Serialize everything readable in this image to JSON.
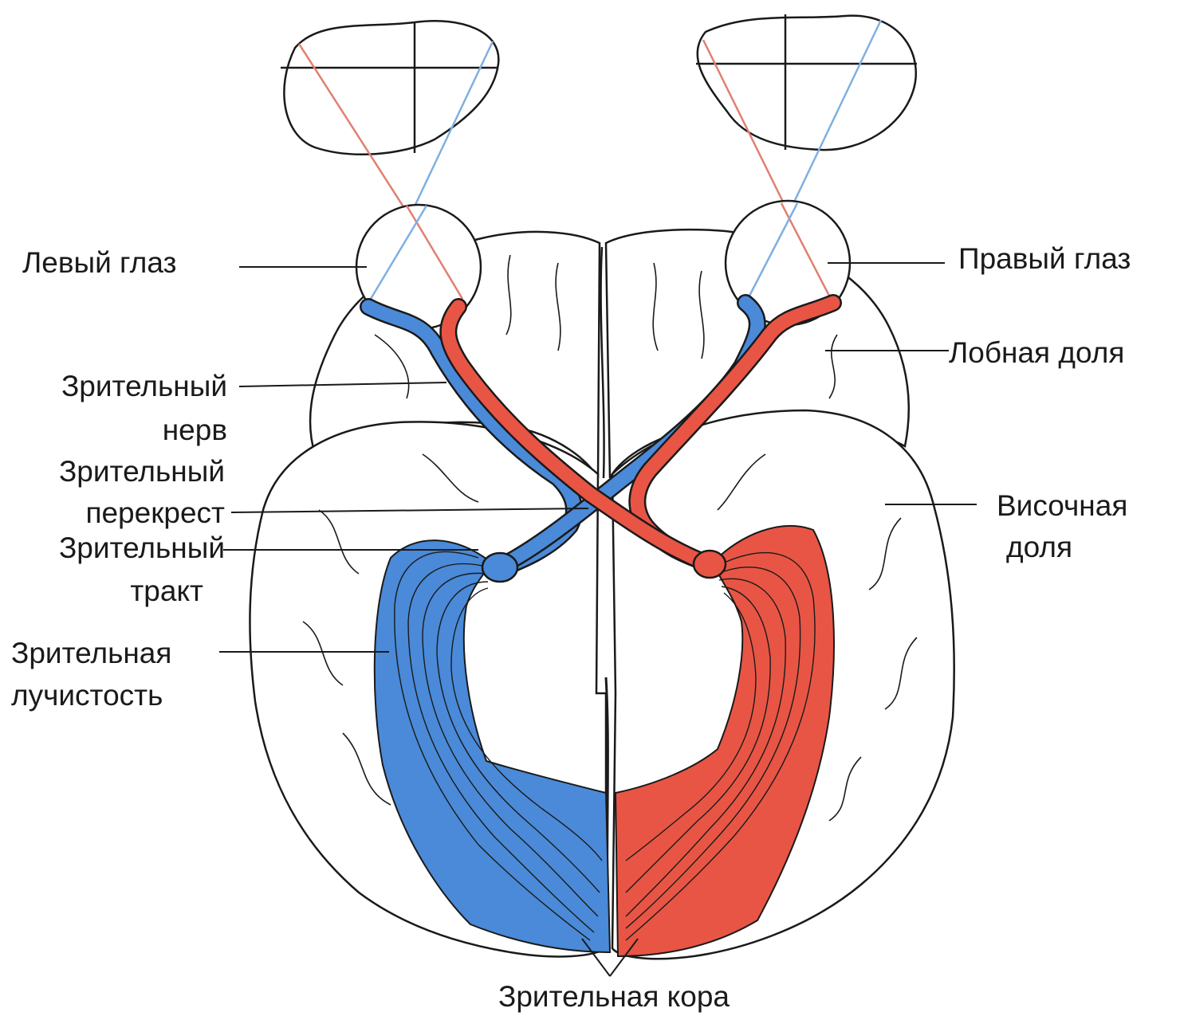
{
  "labels": {
    "left_eye": "Левый глаз",
    "right_eye": "Правый глаз",
    "frontal_lobe": "Лобная доля",
    "optic_nerve_1": "Зрительный",
    "optic_nerve_2": "нерв",
    "chiasm_1": "Зрительный",
    "chiasm_2": "перекрест",
    "tract_1": "Зрительный",
    "tract_2": "тракт",
    "temporal_1": "Височная",
    "temporal_2": "доля",
    "radiation_1": "Зрительная",
    "radiation_2": "лучистость",
    "visual_cortex": "Зрительная кора"
  },
  "colors": {
    "left_pathway": "#4a8ad8",
    "right_pathway": "#e85545",
    "outline": "#1a1a1a",
    "background": "#ffffff"
  }
}
